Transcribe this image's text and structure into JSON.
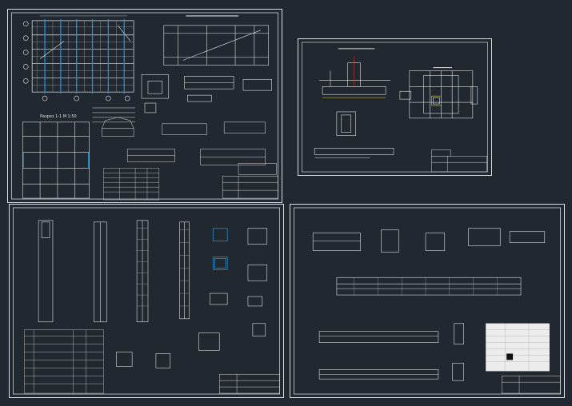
{
  "viewer": {
    "background": "#212830",
    "line_color": "#e0e0e0",
    "accent_color": "#1e8fd6",
    "yellow_color": "#d8d24a",
    "red_color": "#d83030"
  },
  "sheets": [
    {
      "name": "sheet-1",
      "label": "Разрез 1-1 М 1:50"
    },
    {
      "name": "sheet-2",
      "label": ""
    },
    {
      "name": "sheet-3",
      "label": ""
    },
    {
      "name": "sheet-4",
      "label": ""
    }
  ]
}
